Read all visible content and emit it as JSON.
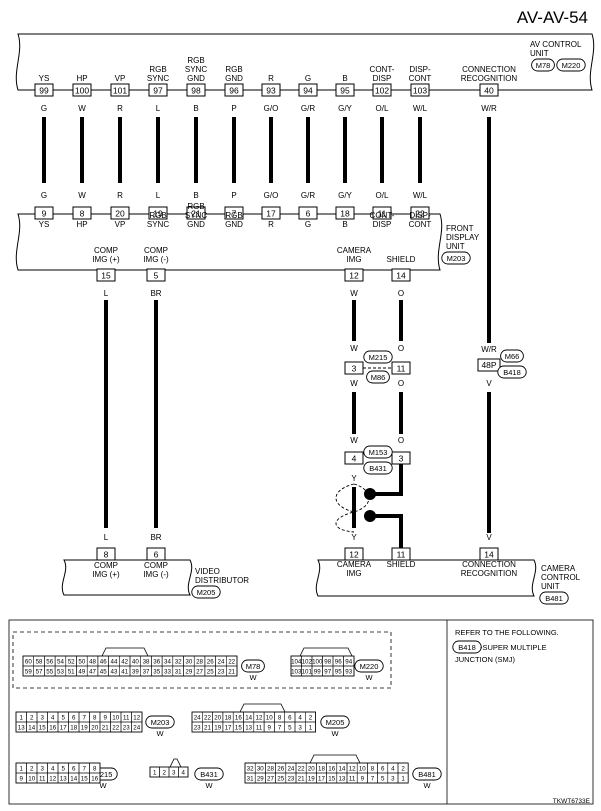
{
  "page_id": "AV-AV-54",
  "footer_code": "TKWT6733E",
  "units": {
    "av_control": {
      "name_lines": [
        "AV CONTROL",
        "UNIT"
      ],
      "connectors": [
        "M78",
        "M220"
      ],
      "sep": ","
    },
    "front_display": {
      "name_lines": [
        "FRONT",
        "DISPLAY",
        "UNIT"
      ],
      "connector": "M203"
    },
    "video_distributor": {
      "name_lines": [
        "VIDEO",
        "DISTRIBUTOR"
      ],
      "connector": "M205"
    },
    "camera_control": {
      "name_lines": [
        "CAMERA",
        "CONTROL",
        "UNIT"
      ],
      "connector": "B481"
    }
  },
  "av_pins": [
    {
      "label": [
        "YS"
      ],
      "pin": "99",
      "color": "G"
    },
    {
      "label": [
        "HP"
      ],
      "pin": "100",
      "color": "W"
    },
    {
      "label": [
        "VP"
      ],
      "pin": "101",
      "color": "R"
    },
    {
      "label": [
        "RGB",
        "SYNC"
      ],
      "pin": "97",
      "color": "L"
    },
    {
      "label": [
        "RGB",
        "SYNC",
        "GND"
      ],
      "pin": "98",
      "color": "B"
    },
    {
      "label": [
        "RGB",
        "GND"
      ],
      "pin": "96",
      "color": "P"
    },
    {
      "label": [
        "R"
      ],
      "pin": "93",
      "color": "G/O"
    },
    {
      "label": [
        "G"
      ],
      "pin": "94",
      "color": "G/R"
    },
    {
      "label": [
        "B"
      ],
      "pin": "95",
      "color": "G/Y"
    },
    {
      "label": [
        "CONT-",
        "DISP"
      ],
      "pin": "102",
      "color": "O/L"
    },
    {
      "label": [
        "DISP-",
        "CONT"
      ],
      "pin": "103",
      "color": "W/L"
    },
    {
      "label": [
        "CONNECTION",
        "RECOGNITION"
      ],
      "pin": "40",
      "color": "W/R"
    }
  ],
  "fd_pins": [
    {
      "label": [
        "YS"
      ],
      "pin": "9",
      "color": "G"
    },
    {
      "label": [
        "HP"
      ],
      "pin": "8",
      "color": "W"
    },
    {
      "label": [
        "VP"
      ],
      "pin": "20",
      "color": "R"
    },
    {
      "label": [
        "RGB",
        "SYNC"
      ],
      "pin": "19",
      "color": "L"
    },
    {
      "label": [
        "RGB",
        "SYNC",
        "GND"
      ],
      "pin": "21",
      "color": "B"
    },
    {
      "label": [
        "RGB",
        "GND"
      ],
      "pin": "7",
      "color": "P"
    },
    {
      "label": [
        "R"
      ],
      "pin": "17",
      "color": "G/O"
    },
    {
      "label": [
        "G"
      ],
      "pin": "6",
      "color": "G/R"
    },
    {
      "label": [
        "B"
      ],
      "pin": "18",
      "color": "G/Y"
    },
    {
      "label": [
        "CONT-",
        "DISP"
      ],
      "pin": "11",
      "color": "O/L"
    },
    {
      "label": [
        "DISP-",
        "CONT"
      ],
      "pin": "22",
      "color": "W/L"
    }
  ],
  "fd_bottom_pins": [
    {
      "label": [
        "COMP",
        "IMG (+)"
      ],
      "pin": "15",
      "color": "L"
    },
    {
      "label": [
        "COMP",
        "IMG (-)"
      ],
      "pin": "5",
      "color": "BR"
    },
    {
      "label": [
        "CAMERA",
        "IMG"
      ],
      "pin": "12",
      "color": "W"
    },
    {
      "label": [
        "SHIELD"
      ],
      "pin": "14",
      "color": "O"
    }
  ],
  "inline": {
    "m215": {
      "label": "M215",
      "pins": [
        "3",
        "11"
      ],
      "colors_top": [
        "W",
        "O"
      ],
      "colors_bottom": [
        "W",
        "O"
      ],
      "mate": "M86"
    },
    "m66": {
      "label": "M66",
      "pin": "48P",
      "color_top": "W/R",
      "color_bottom": "V",
      "mate": "B418"
    },
    "m153": {
      "label": "M153",
      "pins": [
        "4",
        "3"
      ],
      "colors_top": [
        "W",
        "O"
      ],
      "colors_bottom": [
        "Y"
      ],
      "mate": "B431"
    }
  },
  "vd_pins": [
    {
      "label": [
        "COMP",
        "IMG (+)"
      ],
      "pin": "8",
      "color": "L"
    },
    {
      "label": [
        "COMP",
        "IMG (-)"
      ],
      "pin": "6",
      "color": "BR"
    }
  ],
  "cc_pins": [
    {
      "label": [
        "CAMERA",
        "IMG"
      ],
      "pin": "12",
      "color": "Y"
    },
    {
      "label": [
        "SHIELD"
      ],
      "pin": "11",
      "color": ""
    },
    {
      "label": [
        "CONNECTION",
        "RECOGNITION"
      ],
      "pin": "14",
      "color": "V"
    }
  ],
  "reference": {
    "heading": "REFER TO THE FOLLOWING.",
    "connector": "B418",
    "text_lines": [
      "-SUPER MULTIPLE",
      "JUNCTION (SMJ)"
    ]
  },
  "connector_faces": [
    {
      "id": "M78",
      "color": "W",
      "top": [
        "60",
        "58",
        "56",
        "54",
        "52",
        "50",
        "48",
        "46",
        "44",
        "42",
        "40",
        "38",
        "36",
        "34",
        "32",
        "30",
        "28",
        "26",
        "24",
        "22"
      ],
      "bottom": [
        "59",
        "57",
        "55",
        "53",
        "51",
        "49",
        "47",
        "45",
        "43",
        "41",
        "39",
        "37",
        "35",
        "33",
        "31",
        "29",
        "27",
        "25",
        "23",
        "21"
      ]
    },
    {
      "id": "M220",
      "color": "W",
      "top": [
        "104",
        "102",
        "100",
        "98",
        "96",
        "94"
      ],
      "bottom": [
        "103",
        "101",
        "99",
        "97",
        "95",
        "93"
      ]
    },
    {
      "id": "M203",
      "color": "W",
      "top": [
        "1",
        "2",
        "3",
        "4",
        "5",
        "6",
        "7",
        "8",
        "9",
        "10",
        "11",
        "12"
      ],
      "bottom": [
        "13",
        "14",
        "15",
        "16",
        "17",
        "18",
        "19",
        "20",
        "21",
        "22",
        "23",
        "24"
      ]
    },
    {
      "id": "M205",
      "color": "W",
      "top": [
        "24",
        "22",
        "20",
        "18",
        "16",
        "14",
        "12",
        "10",
        "8",
        "6",
        "4",
        "2"
      ],
      "bottom": [
        "23",
        "21",
        "19",
        "17",
        "15",
        "13",
        "11",
        "9",
        "7",
        "5",
        "3",
        "1"
      ]
    },
    {
      "id": "M215",
      "color": "W",
      "top": [
        "1",
        "2",
        "3",
        "4",
        "5",
        "6",
        "7",
        "8"
      ],
      "bottom": [
        "9",
        "10",
        "11",
        "12",
        "13",
        "14",
        "15",
        "16"
      ]
    },
    {
      "id": "B431",
      "color": "W",
      "top": [
        "1",
        "2",
        "3",
        "4"
      ],
      "bottom": []
    },
    {
      "id": "B481",
      "color": "W",
      "top": [
        "32",
        "30",
        "28",
        "26",
        "24",
        "22",
        "20",
        "18",
        "16",
        "14",
        "12",
        "10",
        "8",
        "6",
        "4",
        "2"
      ],
      "bottom": [
        "31",
        "29",
        "27",
        "25",
        "23",
        "21",
        "19",
        "17",
        "15",
        "13",
        "11",
        "9",
        "7",
        "5",
        "3",
        "1"
      ]
    }
  ]
}
